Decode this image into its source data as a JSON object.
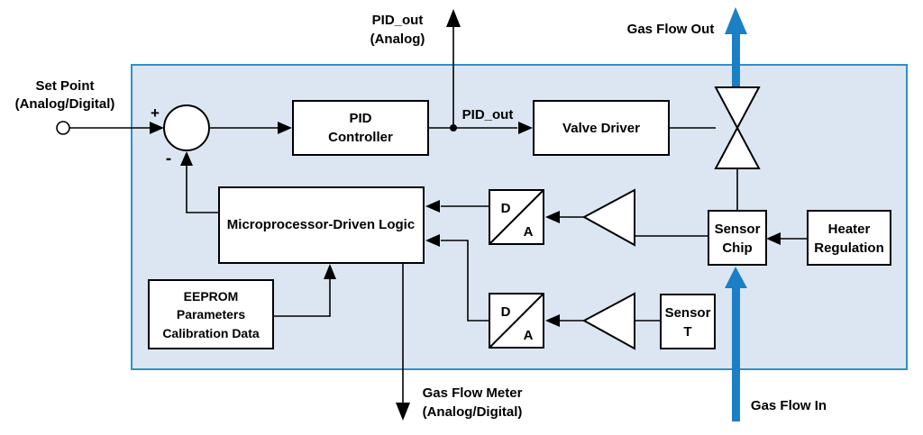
{
  "labels": {
    "set_point_line1": "Set Point",
    "set_point_line2": "(Analog/Digital)",
    "plus_sign": "+",
    "minus_sign": "-",
    "pid_out_top_line1": "PID_out",
    "pid_out_top_line2": "(Analog)",
    "pid_out_mid": "PID_out",
    "gas_flow_out": "Gas Flow Out",
    "gas_flow_in": "Gas Flow In",
    "gas_flow_meter_line1": "Gas Flow Meter",
    "gas_flow_meter_line2": "(Analog/Digital)"
  },
  "blocks": {
    "pid_line1": "PID",
    "pid_line2": "Controller",
    "valve_driver": "Valve Driver",
    "micro_logic": "Microprocessor-Driven Logic",
    "eeprom_line1": "EEPROM",
    "eeprom_line2": "Parameters",
    "eeprom_line3": "Calibration Data",
    "da_d": "D",
    "da_a": "A",
    "sensor_chip_line1": "Sensor",
    "sensor_chip_line2": "Chip",
    "sensor_t_line1": "Sensor",
    "sensor_t_line2": "T",
    "heater_line1": "Heater",
    "heater_line2": "Regulation"
  },
  "colors": {
    "panel_fill": "#dce6f2",
    "panel_stroke": "#2f8fcf",
    "flow_arrow": "#1a7fc4",
    "line": "#000000",
    "block_fill": "#ffffff"
  }
}
